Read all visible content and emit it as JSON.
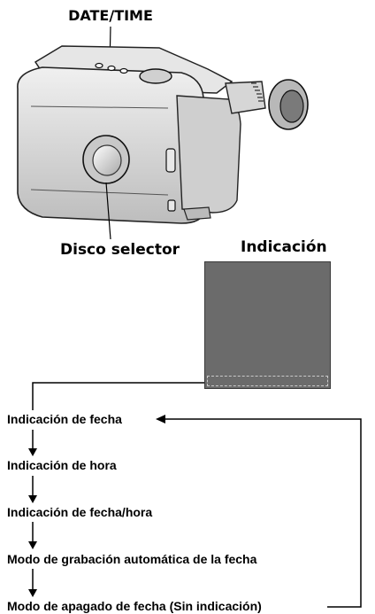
{
  "labels": {
    "date_time_button": "DATE/TIME",
    "selector_dial": "Disco selector",
    "display_title": "Indicación"
  },
  "sequence": [
    "Indicación de fecha",
    "Indicación de hora",
    "Indicación de fecha/hora",
    "Modo de grabación automática de la fecha",
    "Modo de apagado de fecha (Sin indicación)"
  ],
  "colors": {
    "display_screen": "#6b6b6b",
    "camcorder_body": "#d9d9d9",
    "line": "#000000"
  }
}
